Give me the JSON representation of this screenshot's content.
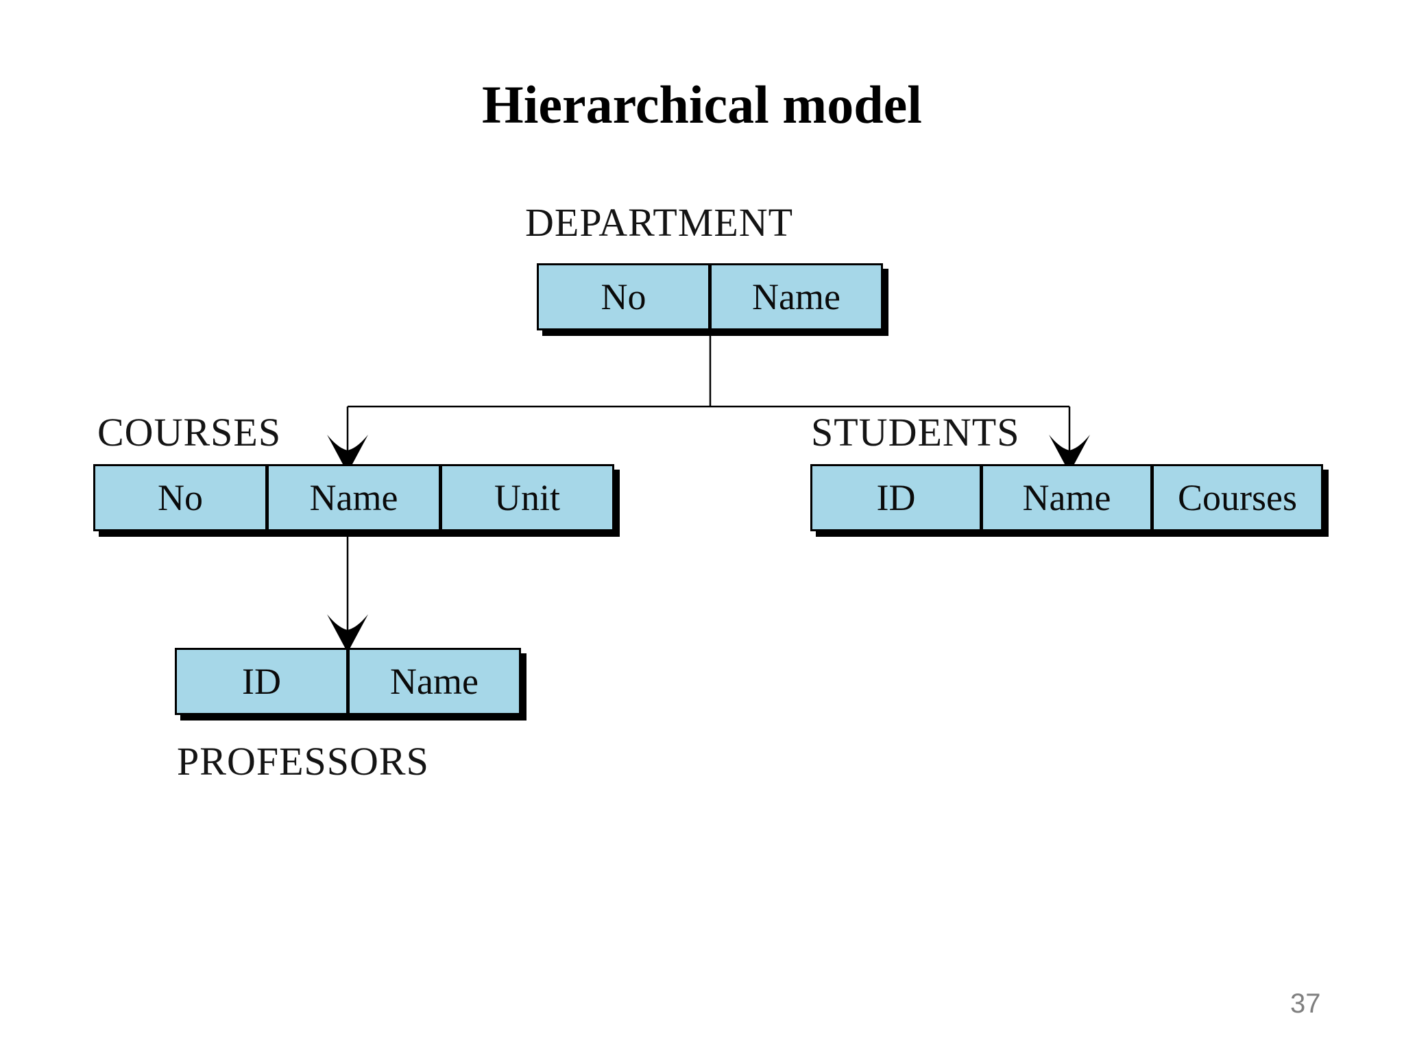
{
  "slide": {
    "title": "Hierarchical model",
    "page_number": "37"
  },
  "colors": {
    "cell_fill": "#a6d7e8",
    "line": "#000000",
    "page_number": "#7f7f7f"
  },
  "diagram": {
    "department": {
      "label": "DEPARTMENT",
      "fields": [
        "No",
        "Name"
      ]
    },
    "courses": {
      "label": "COURSES",
      "fields": [
        "No",
        "Name",
        "Unit"
      ]
    },
    "students": {
      "label": "STUDENTS",
      "fields": [
        "ID",
        "Name",
        "Courses"
      ]
    },
    "professors": {
      "label": "PROFESSORS",
      "fields": [
        "ID",
        "Name"
      ]
    },
    "relations": [
      {
        "from": "DEPARTMENT",
        "to": "COURSES"
      },
      {
        "from": "DEPARTMENT",
        "to": "STUDENTS"
      },
      {
        "from": "COURSES",
        "to": "PROFESSORS"
      }
    ]
  }
}
